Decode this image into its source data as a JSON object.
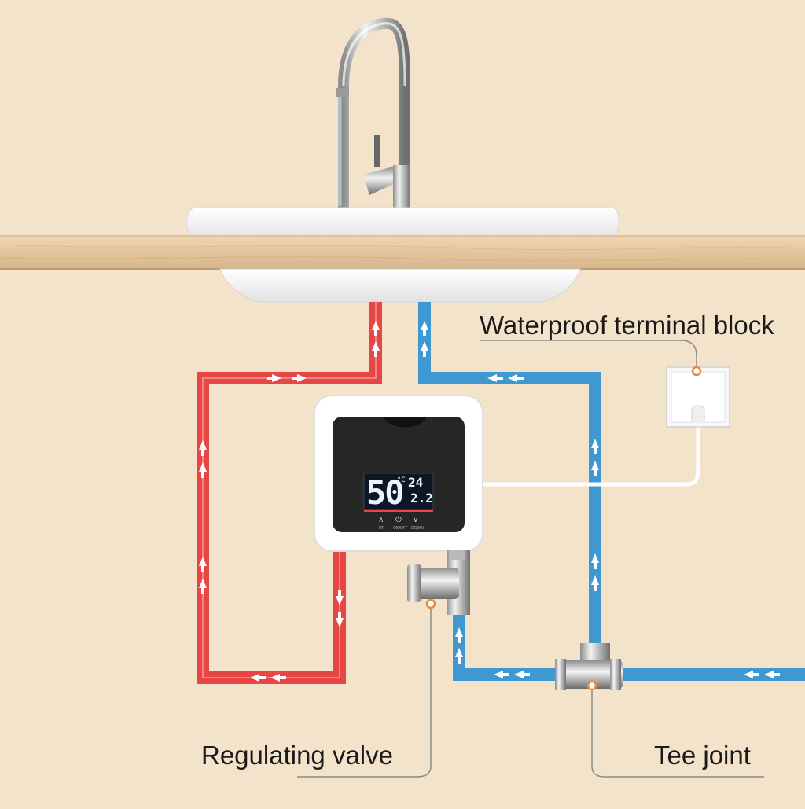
{
  "labels": {
    "terminal_block": "Waterproof terminal block",
    "regulating_valve": "Regulating valve",
    "tee_joint": "Tee joint"
  },
  "display": {
    "temperature": "50",
    "unit": "°C",
    "top_reading": "24",
    "bottom_reading": "2.2"
  },
  "buttons": {
    "up": "UP",
    "onoff": "ON/OFF",
    "down": "DOWN"
  },
  "colors": {
    "hot_pipe": "#e84545",
    "cold_pipe": "#3f98d0",
    "wall": "#f3e3cb",
    "counter": "#e8ccaa",
    "leader": "#8a8a8a",
    "leader_dot": "#e8893a"
  }
}
